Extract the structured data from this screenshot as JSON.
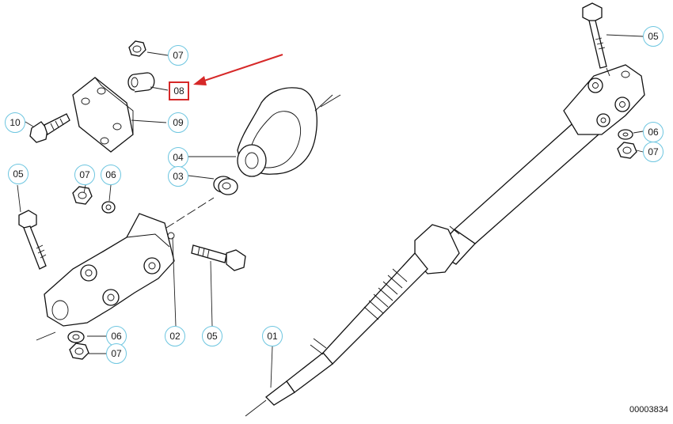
{
  "callouts": {
    "c07_top": "07",
    "c08": "08",
    "c09": "09",
    "c10": "10",
    "c04": "04",
    "c03": "03",
    "c05_left": "05",
    "c07_mid": "07",
    "c06_mid": "06",
    "c06_bottom": "06",
    "c07_bottom": "07",
    "c02": "02",
    "c05_bottom": "05",
    "c01": "01",
    "c05_right": "05",
    "c06_right": "06",
    "c07_right": "07"
  },
  "doc_number": "00003834",
  "colors": {
    "callout_border": "#6ec6e0",
    "highlight": "#d62828",
    "ink": "#111111"
  }
}
